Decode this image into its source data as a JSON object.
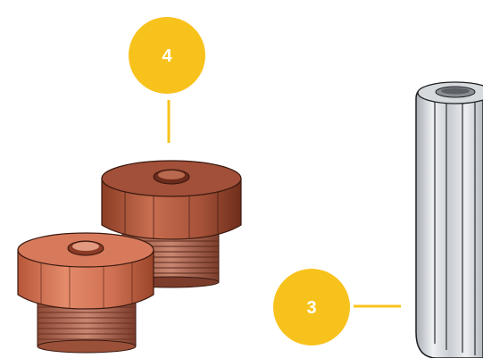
{
  "callouts": [
    {
      "number": "4",
      "color": "#F8C21C"
    },
    {
      "number": "3",
      "color": "#F8C21C"
    }
  ],
  "parts": {
    "plugs": {
      "icon": "hex-plug-icon",
      "color": "#C0664A",
      "count": 2
    },
    "sleeve": {
      "icon": "fluted-sleeve-icon",
      "color": "#D9DCE0"
    }
  }
}
